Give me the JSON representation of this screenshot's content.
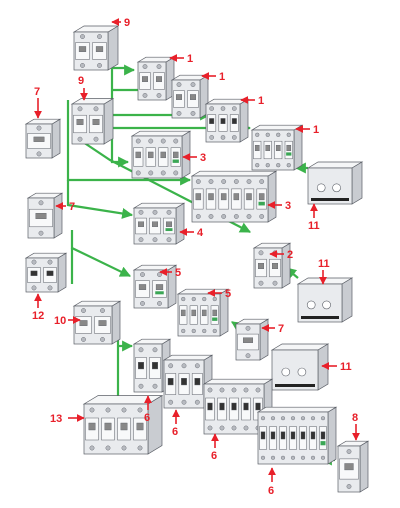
{
  "colors": {
    "arrow": "#e8202a",
    "connector": "#3bb34a",
    "device_front": "#e9ebee",
    "device_side": "#c9ccd1",
    "device_top": "#f5f6f7",
    "outline": "#5a5e66",
    "accent": "#3aa655"
  },
  "labels": {
    "l1a": "1",
    "l1b": "1",
    "l1c": "1",
    "l1d": "1",
    "l2": "2",
    "l3a": "3",
    "l3b": "3",
    "l4": "4",
    "l5a": "5",
    "l5b": "5",
    "l6a": "6",
    "l6b": "6",
    "l6c": "6",
    "l6d": "6",
    "l7a": "7",
    "l7b": "7",
    "l7c": "7",
    "l8": "8",
    "l9a": "9",
    "l9b": "9",
    "l10": "10",
    "l11a": "11",
    "l11b": "11",
    "l11c": "11",
    "l12": "12",
    "l13": "13"
  }
}
